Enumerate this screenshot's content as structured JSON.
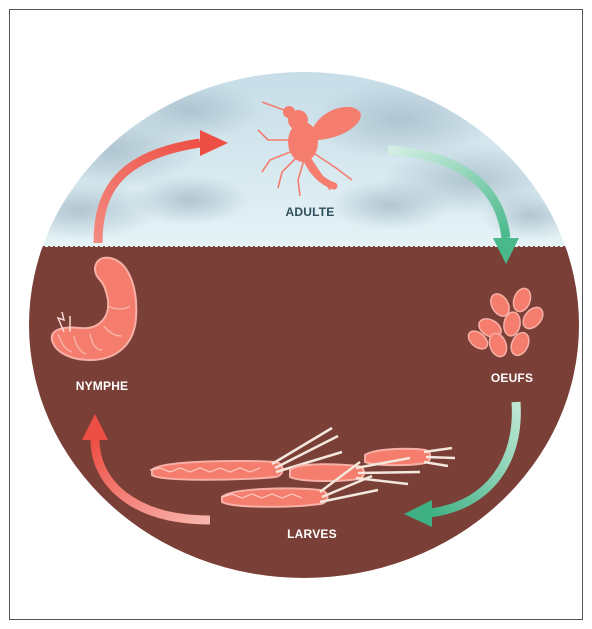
{
  "stages": {
    "adulte": "ADULTE",
    "oeufs": "OEUFS",
    "larves": "LARVES",
    "nymphe": "NYMPHE"
  },
  "colors": {
    "sky_top": "#c9dfe9",
    "sky_bottom": "#e3f1f6",
    "cloud": "#b6cbd6",
    "soil": "#7a3f36",
    "soil_edge": "#6e362e",
    "creature": "#f47d6e",
    "creature_light": "#f7a99c",
    "arrow_red": "#ee5a50",
    "arrow_green": "#49b98c",
    "label_dark": "#2f4f5c",
    "label_light": "#ffffff",
    "frame_border": "#555555"
  }
}
